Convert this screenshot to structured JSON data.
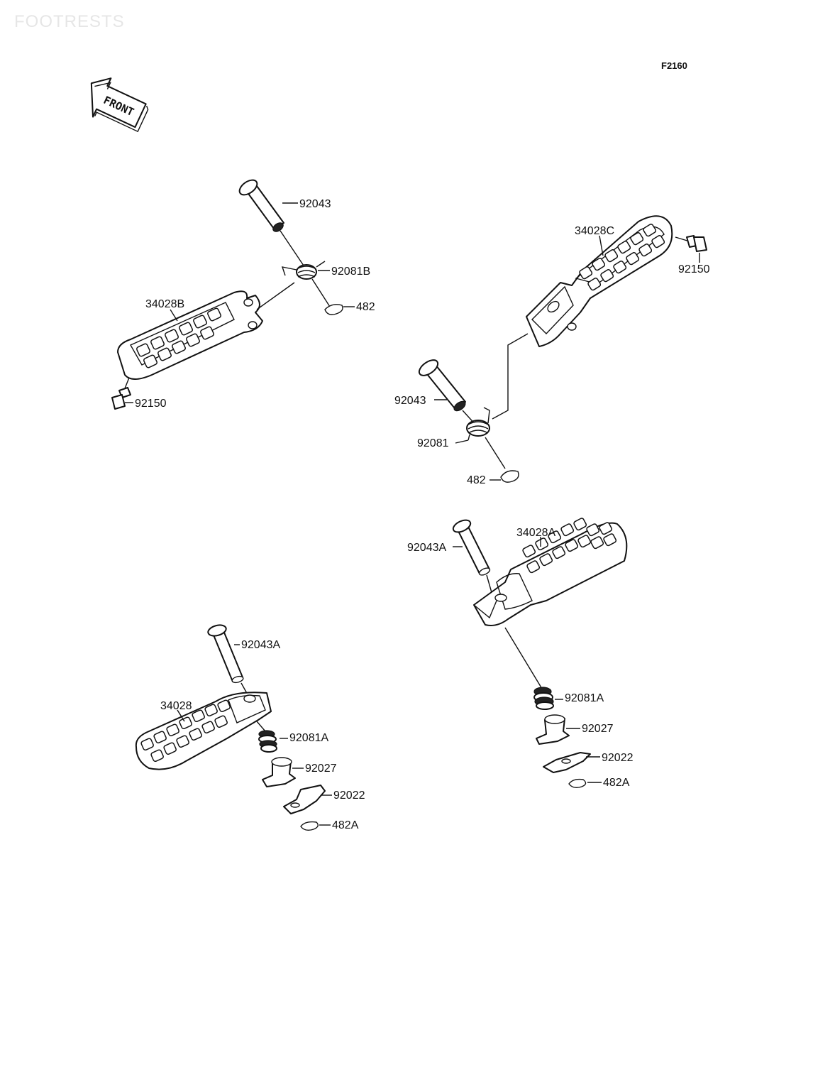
{
  "watermark": "FOOTRESTS",
  "figure_code": "F2160",
  "front_arrow": "FRONT",
  "parts": {
    "upper_left": {
      "pin": "92043",
      "spring": "92081B",
      "clip": "482",
      "footpeg": "34028B",
      "bolt": "92150"
    },
    "upper_right": {
      "footpeg": "34028C",
      "bolt": "92150",
      "pin": "92043",
      "spring": "92081",
      "clip": "482"
    },
    "lower_right": {
      "pin": "92043A",
      "footpeg": "34028A",
      "spring": "92081A",
      "ball": "92027",
      "plate": "92022",
      "clip": "482A"
    },
    "lower_left": {
      "pin": "92043A",
      "footpeg": "34028",
      "spring": "92081A",
      "ball": "92027",
      "plate": "92022",
      "clip": "482A"
    }
  }
}
